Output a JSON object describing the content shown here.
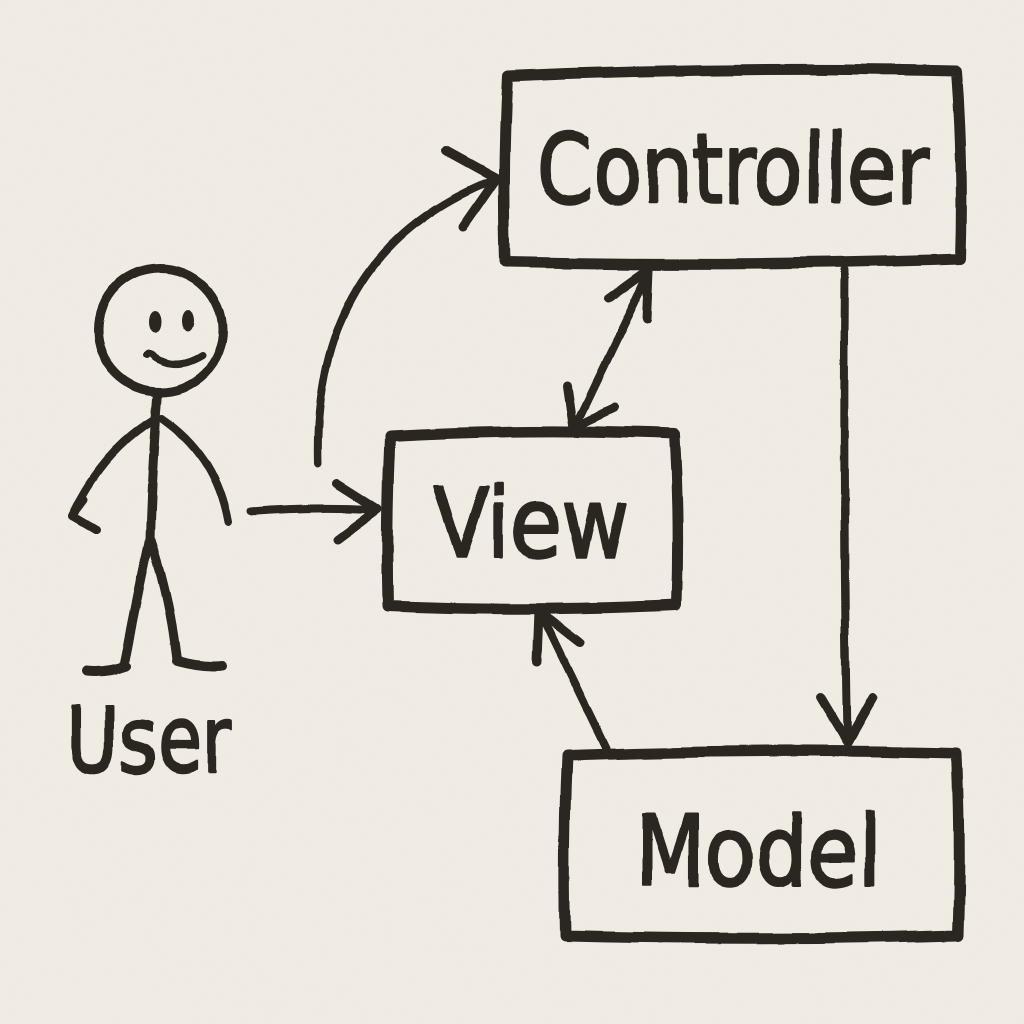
{
  "colors": {
    "ink": "#2b2722",
    "paper": "#f4f1e9"
  },
  "nodes": {
    "user": {
      "label": "User",
      "type": "stick-figure"
    },
    "controller": {
      "label": "Controller",
      "type": "box"
    },
    "view": {
      "label": "View",
      "type": "box"
    },
    "model": {
      "label": "Model",
      "type": "box"
    }
  },
  "edges": [
    {
      "from": "user",
      "to": "view",
      "shape": "straight-horizontal",
      "arrowheads": "end"
    },
    {
      "from": "user",
      "to": "controller",
      "shape": "curved",
      "arrowheads": "end"
    },
    {
      "from": "view",
      "to": "controller",
      "shape": "straight-diagonal",
      "arrowheads": "both"
    },
    {
      "from": "controller",
      "to": "model",
      "shape": "straight-vertical",
      "arrowheads": "end"
    },
    {
      "from": "model",
      "to": "view",
      "shape": "straight-diagonal",
      "arrowheads": "end"
    }
  ]
}
